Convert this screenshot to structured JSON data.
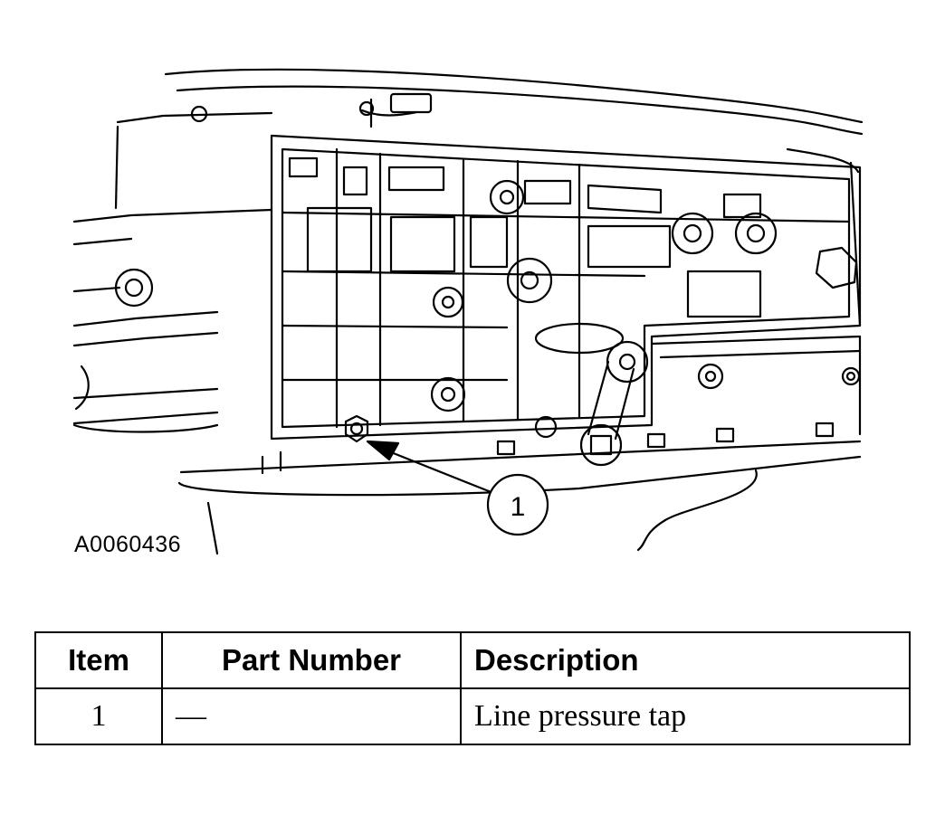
{
  "figure": {
    "id": "A0060436",
    "callout": "1"
  },
  "parts_table": {
    "headers": {
      "item": "Item",
      "part_number": "Part Number",
      "description": "Description"
    },
    "rows": [
      {
        "item": "1",
        "part_number": "—",
        "description": "Line pressure tap"
      }
    ]
  }
}
